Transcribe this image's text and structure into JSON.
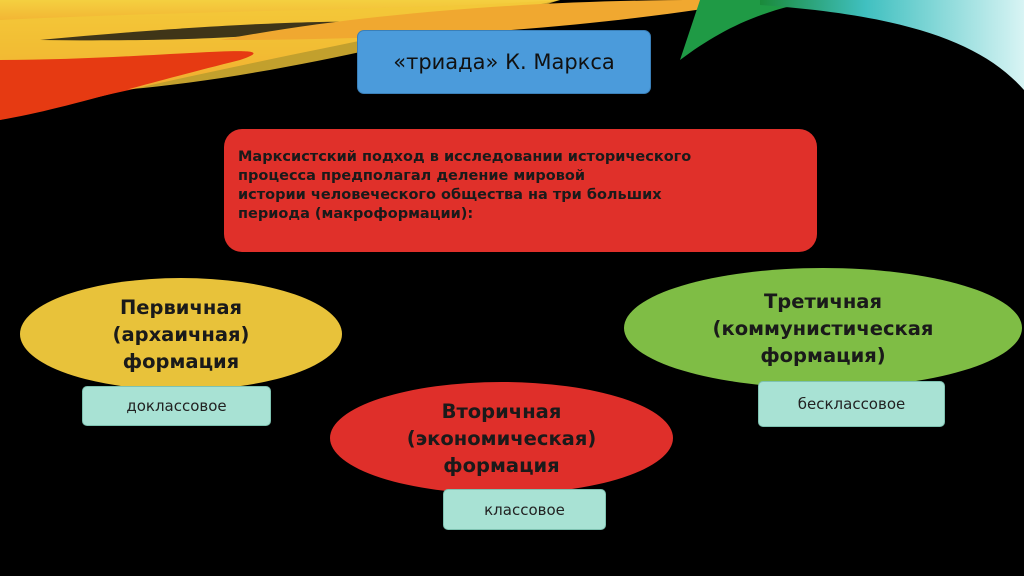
{
  "title": "«триада» К. Маркса",
  "description": {
    "lines": [
      "Марксистский подход в исследовании исторического",
      "процесса предполагал деление мировой",
      "истории человеческого общества на три больших",
      "периода (макроформации):"
    ]
  },
  "formations": [
    {
      "lines": [
        "Первичная",
        "(архаичная)",
        "формация"
      ],
      "tag": "доклассовое",
      "color": "#e8c23a"
    },
    {
      "lines": [
        "Вторичная",
        "(экономическая)",
        "формация"
      ],
      "tag": "классовое",
      "color": "#df2f2a"
    },
    {
      "lines": [
        "Третичная",
        "(коммунистическая",
        "формация)"
      ],
      "tag": "бесклассовое",
      "color": "#7fbd45"
    }
  ]
}
